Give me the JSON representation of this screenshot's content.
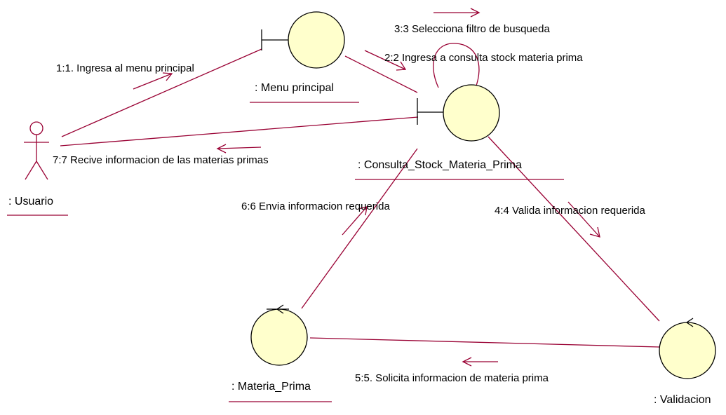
{
  "colors": {
    "line": "#990033",
    "object_fill": "#ffffcc",
    "object_stroke": "#000000",
    "text": "#000000",
    "background": "#ffffff"
  },
  "objects": {
    "usuario": {
      "label": ": Usuario",
      "kind": "actor"
    },
    "menu_principal": {
      "label": ": Menu principal",
      "kind": "boundary"
    },
    "consulta": {
      "label": ": Consulta_Stock_Materia_Prima",
      "kind": "boundary"
    },
    "materia_prima": {
      "label": ": Materia_Prima",
      "kind": "entity"
    },
    "validacion": {
      "label": ": Validacion",
      "kind": "control"
    }
  },
  "messages": {
    "m1": "1:1. Ingresa al menu principal",
    "m2": "2:2 Ingresa a consulta stock materia prima",
    "m3": "3:3 Selecciona filtro de busqueda",
    "m4": "4:4 Valida informacion requerida",
    "m5": "5:5. Solicita informacion de materia prima",
    "m6": "6:6 Envia informacion requerida",
    "m7": "7:7 Recive informacion de las materias primas"
  }
}
